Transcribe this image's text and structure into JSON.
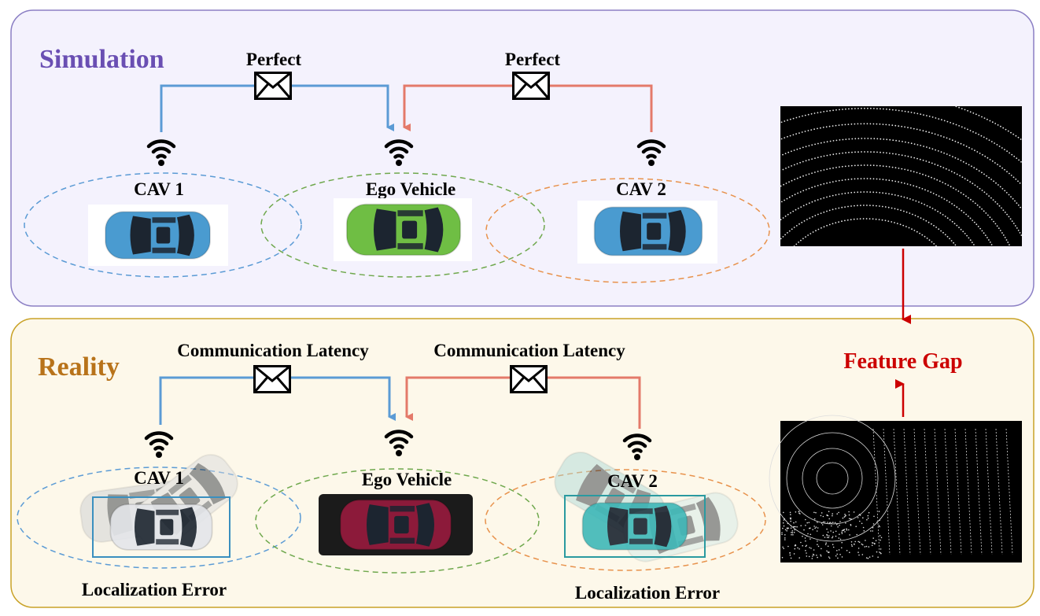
{
  "simulation": {
    "title": "Simulation",
    "msg_left": "Perfect",
    "msg_right": "Perfect",
    "cav1": "CAV 1",
    "ego": "Ego Vehicle",
    "cav2": "CAV 2"
  },
  "reality": {
    "title": "Reality",
    "msg_left": "Communication Latency",
    "msg_right": "Communication Latency",
    "cav1": "CAV 1",
    "ego": "Ego Vehicle",
    "cav2": "CAV 2",
    "err_left": "Localization Error",
    "err_right": "Localization Error"
  },
  "feature_gap": "Feature Gap",
  "colors": {
    "sim_border": "#8b7fc4",
    "sim_fill": "#f4f2fd",
    "sim_title": "#6a4fb3",
    "real_border": "#c9a227",
    "real_fill": "#fdf8ea",
    "real_title": "#b8731a",
    "link_left": "#5b9bd5",
    "link_right": "#e47a6a",
    "feature_gap": "#cc0000",
    "car_blue": "#4a9bd0",
    "car_green": "#6fbe44",
    "car_red": "#8c1a3a",
    "car_teal": "#3fb8b8"
  },
  "icons": [
    "envelope-icon",
    "wifi-icon",
    "car-icon",
    "lidar-pointcloud"
  ]
}
